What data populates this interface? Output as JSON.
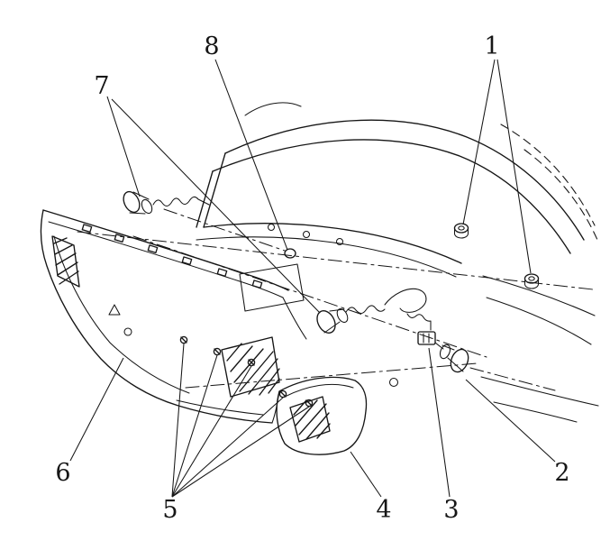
{
  "diagram": {
    "description": "Exploded parts line drawing of a vehicle front bumper fascia, lamp assemblies, bulb sockets, harness connector and fasteners with numbered callouts",
    "colors": {
      "background": "#ffffff",
      "line": "#161616"
    },
    "callouts": [
      {
        "label": "1"
      },
      {
        "label": "2"
      },
      {
        "label": "3"
      },
      {
        "label": "4"
      },
      {
        "label": "5"
      },
      {
        "label": "6"
      },
      {
        "label": "7"
      },
      {
        "label": "8"
      }
    ]
  }
}
